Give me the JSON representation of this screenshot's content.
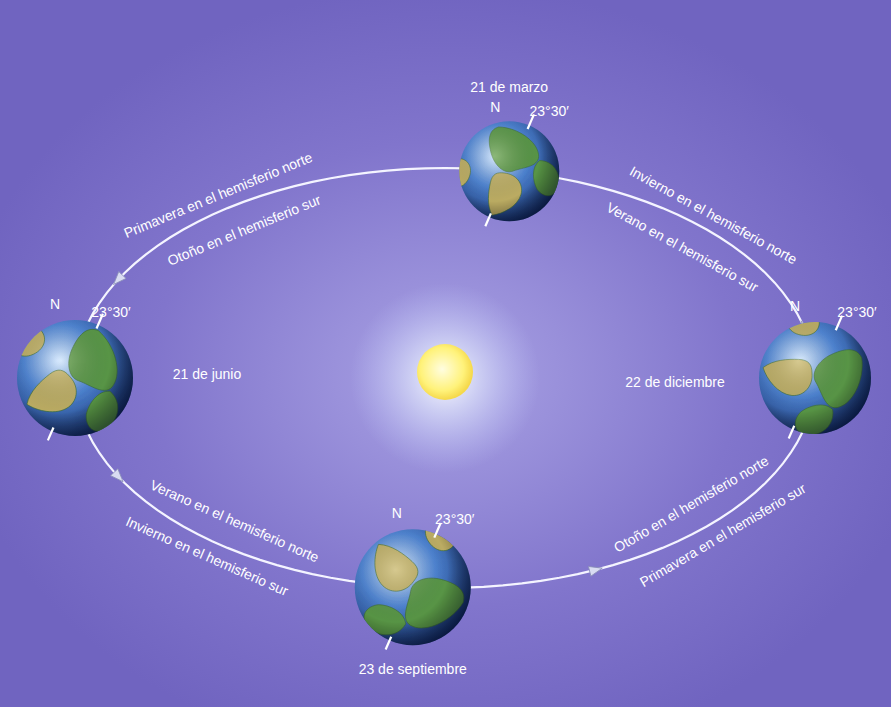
{
  "diagram": {
    "labels": [
      "21 de marzo",
      "N",
      "23°30′",
      "Primavera en el hemisferio norte",
      "Otoño en el hemisferio sur",
      "Invierno en el hemisferio norte",
      "Verano en el hemisferio sur",
      "N",
      "23°30′",
      "21 de junio",
      "N",
      "23°30′",
      "22 de diciembre",
      "Verano en el hemisferio norte",
      "Invierno en el hemisferio sur",
      "N",
      "23°30′",
      "Otoño en el hemisferio norte",
      "Primavera en el hemisferio sur",
      "23 de septiembre"
    ]
  }
}
